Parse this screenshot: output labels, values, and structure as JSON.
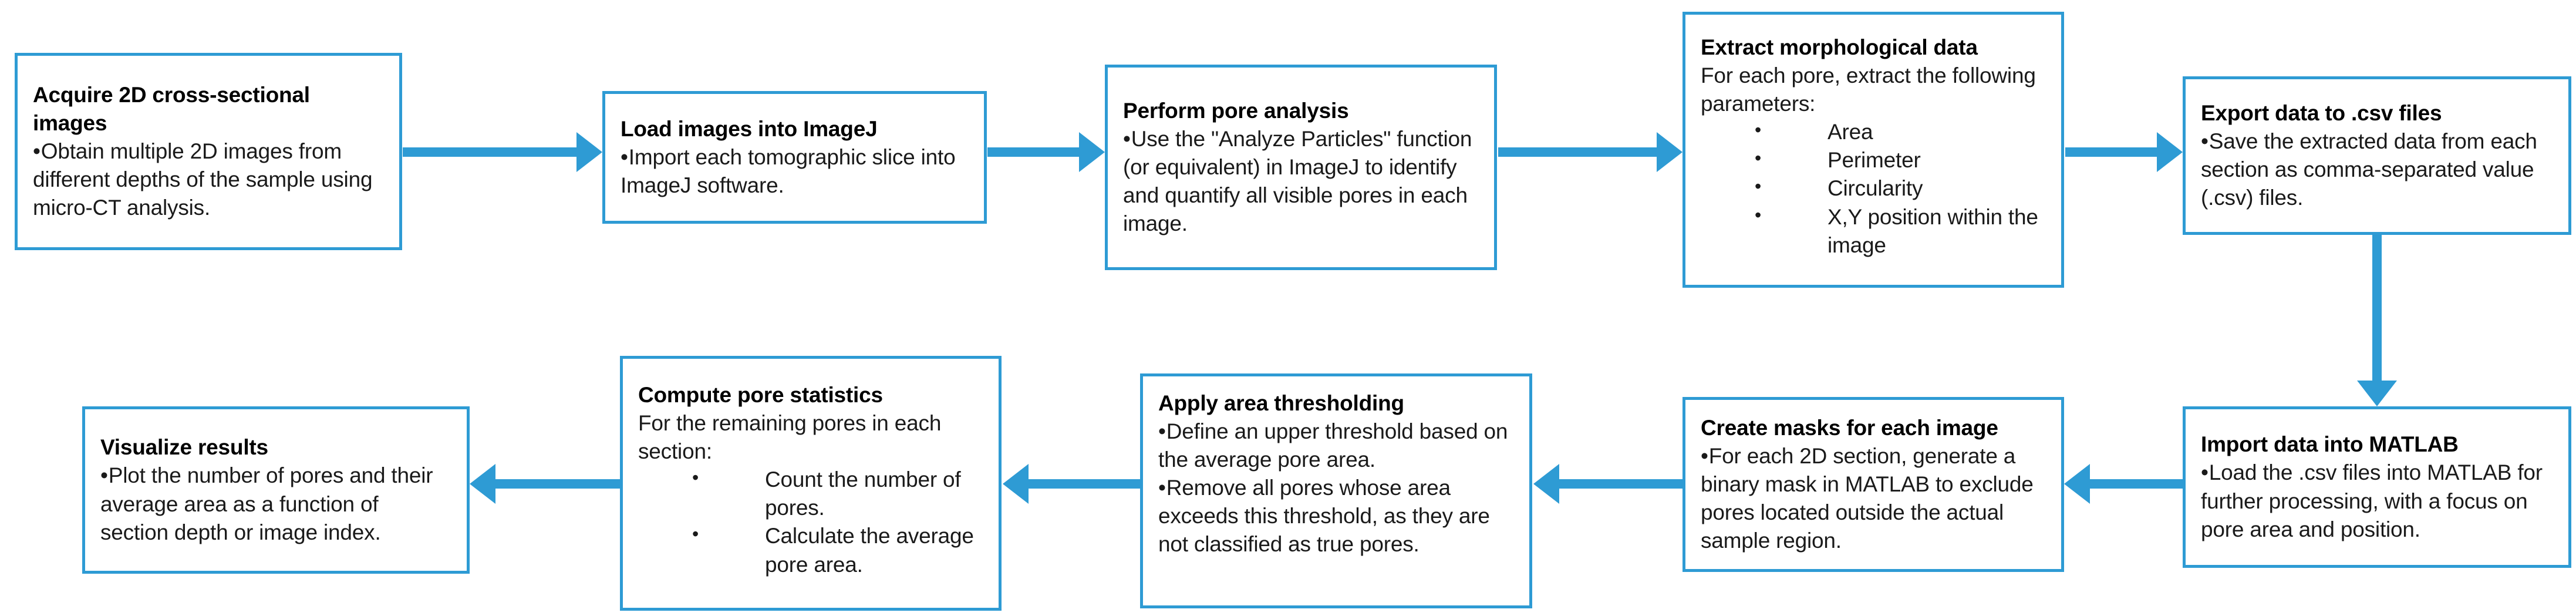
{
  "diagram": {
    "title": "Pore analysis workflow flowchart",
    "accent_color": "#2E9BD4",
    "border_color": "#2E9BD4",
    "text_color": "#000000",
    "background_color": "#FFFFFF"
  },
  "nodes": [
    {
      "id": "acquire",
      "title": "Acquire 2D cross-sectional images",
      "bullets": [
        "Obtain multiple  2D images from different depths of the sample using micro-CT analysis."
      ]
    },
    {
      "id": "load",
      "title": "Load images into ImageJ",
      "bullets": [
        "Import each tomographic slice into ImageJ software."
      ]
    },
    {
      "id": "analyze",
      "title": "Perform pore analysis",
      "bullets": [
        "Use the \"Analyze Particles\" function (or equivalent) in ImageJ to identify and quantify all visible pores in each image."
      ]
    },
    {
      "id": "extract",
      "title": "Extract morphological data",
      "lead": "For each pore, extract the following parameters:",
      "sub_items": [
        "Area",
        "Perimeter",
        "Circularity",
        "X,Y position within the image"
      ]
    },
    {
      "id": "export",
      "title": "Export data to .csv files",
      "bullets": [
        "Save the extracted data from each section as comma-separated value (.csv) files."
      ]
    },
    {
      "id": "import",
      "title": "Import data into MATLAB",
      "bullets": [
        "Load the .csv files into MATLAB for further processing, with a focus on pore area and position."
      ]
    },
    {
      "id": "masks",
      "title": "Create masks for each image",
      "bullets": [
        "For each 2D section, generate a binary mask in MATLAB to exclude pores located outside the actual sample region."
      ]
    },
    {
      "id": "threshold",
      "title": "Apply area thresholding",
      "bullets": [
        "Define an upper threshold based on the average pore area.",
        "Remove all pores whose area exceeds this threshold, as they are not classified as true pores."
      ]
    },
    {
      "id": "statistics",
      "title": "Compute pore statistics",
      "lead": "For the remaining pores in each section:",
      "sub_items": [
        "Count the number of pores.",
        "Calculate the average pore area."
      ]
    },
    {
      "id": "visualize",
      "title": "Visualize results",
      "bullets": [
        "Plot the number of pores and their average area as a function of section depth or image index."
      ]
    }
  ],
  "connectors": [
    {
      "id": "acquire-to-load",
      "direction": "right"
    },
    {
      "id": "load-to-analyze",
      "direction": "right"
    },
    {
      "id": "analyze-to-extract",
      "direction": "right"
    },
    {
      "id": "extract-to-export",
      "direction": "right"
    },
    {
      "id": "export-to-import",
      "direction": "down"
    },
    {
      "id": "import-to-masks",
      "direction": "left"
    },
    {
      "id": "masks-to-threshold",
      "direction": "left"
    },
    {
      "id": "threshold-to-statistics",
      "direction": "left"
    },
    {
      "id": "statistics-to-visualize",
      "direction": "left"
    }
  ]
}
